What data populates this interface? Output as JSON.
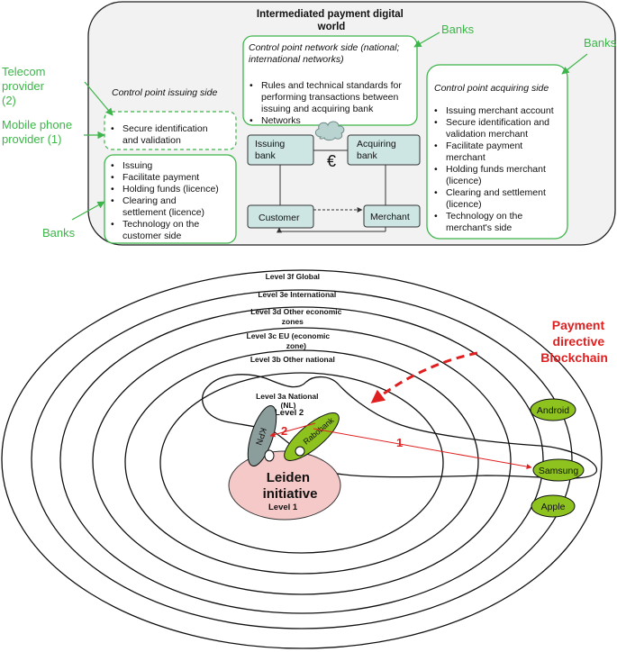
{
  "top": {
    "title_line1": "Intermediated payment digital",
    "title_line2": "world",
    "issuing_side_heading": "Control point issuing side",
    "network_heading_line1": "Control point network side (national;",
    "network_heading_line2": "international networks)",
    "network_bullets": [
      [
        "Rules and technical standards for",
        "performing transactions between",
        "issuing and acquiring bank"
      ],
      [
        "Networks"
      ]
    ],
    "acquiring_heading": "Control point acquiring side",
    "acquiring_bullets": [
      [
        "Issuing merchant account"
      ],
      [
        "Secure identification and",
        "validation merchant"
      ],
      [
        "Facilitate payment",
        "merchant"
      ],
      [
        "Holding funds merchant",
        "(licence)"
      ],
      [
        "Clearing and settlement",
        "(licence)"
      ],
      [
        "Technology on the",
        "merchant's side"
      ]
    ],
    "secure_bullets": [
      [
        "Secure identification",
        "and validation"
      ]
    ],
    "issuing_bullets": [
      [
        "Issuing"
      ],
      [
        "Facilitate payment"
      ],
      [
        "Holding funds (licence)"
      ],
      [
        "Clearing and",
        "settlement (licence)"
      ],
      [
        "Technology on the",
        "customer side"
      ]
    ],
    "flow": {
      "issuing_bank": [
        "Issuing",
        "bank"
      ],
      "acquiring_bank": [
        "Acquiring",
        "bank"
      ],
      "customer": "Customer",
      "merchant": "Merchant",
      "currency": "€"
    },
    "callouts": {
      "banks_network": "Banks",
      "banks_acquiring": "Banks",
      "banks_issuing": "Banks",
      "telecom": [
        "Telecom",
        "provider",
        "(2)"
      ],
      "mobile": [
        "Mobile phone",
        "provider (1)"
      ]
    }
  },
  "bottom": {
    "levels": {
      "l3f": "Level 3f Global",
      "l3e": "Level 3e International",
      "l3d": [
        "Level 3d Other economic",
        "zones"
      ],
      "l3c": [
        "Level 3c EU (economic",
        "zone)"
      ],
      "l3b": "Level 3b Other national",
      "l3a": [
        "Level 3a National",
        "(NL)"
      ],
      "l2": "Level 2"
    },
    "leiden": [
      "Leiden",
      "initiative"
    ],
    "level1": "Level 1",
    "kpn": "KPN",
    "rabobank": "Rabobank",
    "android": "Android",
    "samsung": "Samsung",
    "apple": "Apple",
    "arrow1": "1",
    "arrow2": "2",
    "payment": [
      "Payment",
      "directive",
      "Blockchain"
    ]
  },
  "colors": {
    "green_text": "#3db54a",
    "green_box": "#3db54a",
    "teal_fill": "#cde6e3",
    "olive": "#8dc21f",
    "grey_oval": "#8c9e9c",
    "leiden_fill": "#f5c9c7",
    "red": "#e02020"
  }
}
